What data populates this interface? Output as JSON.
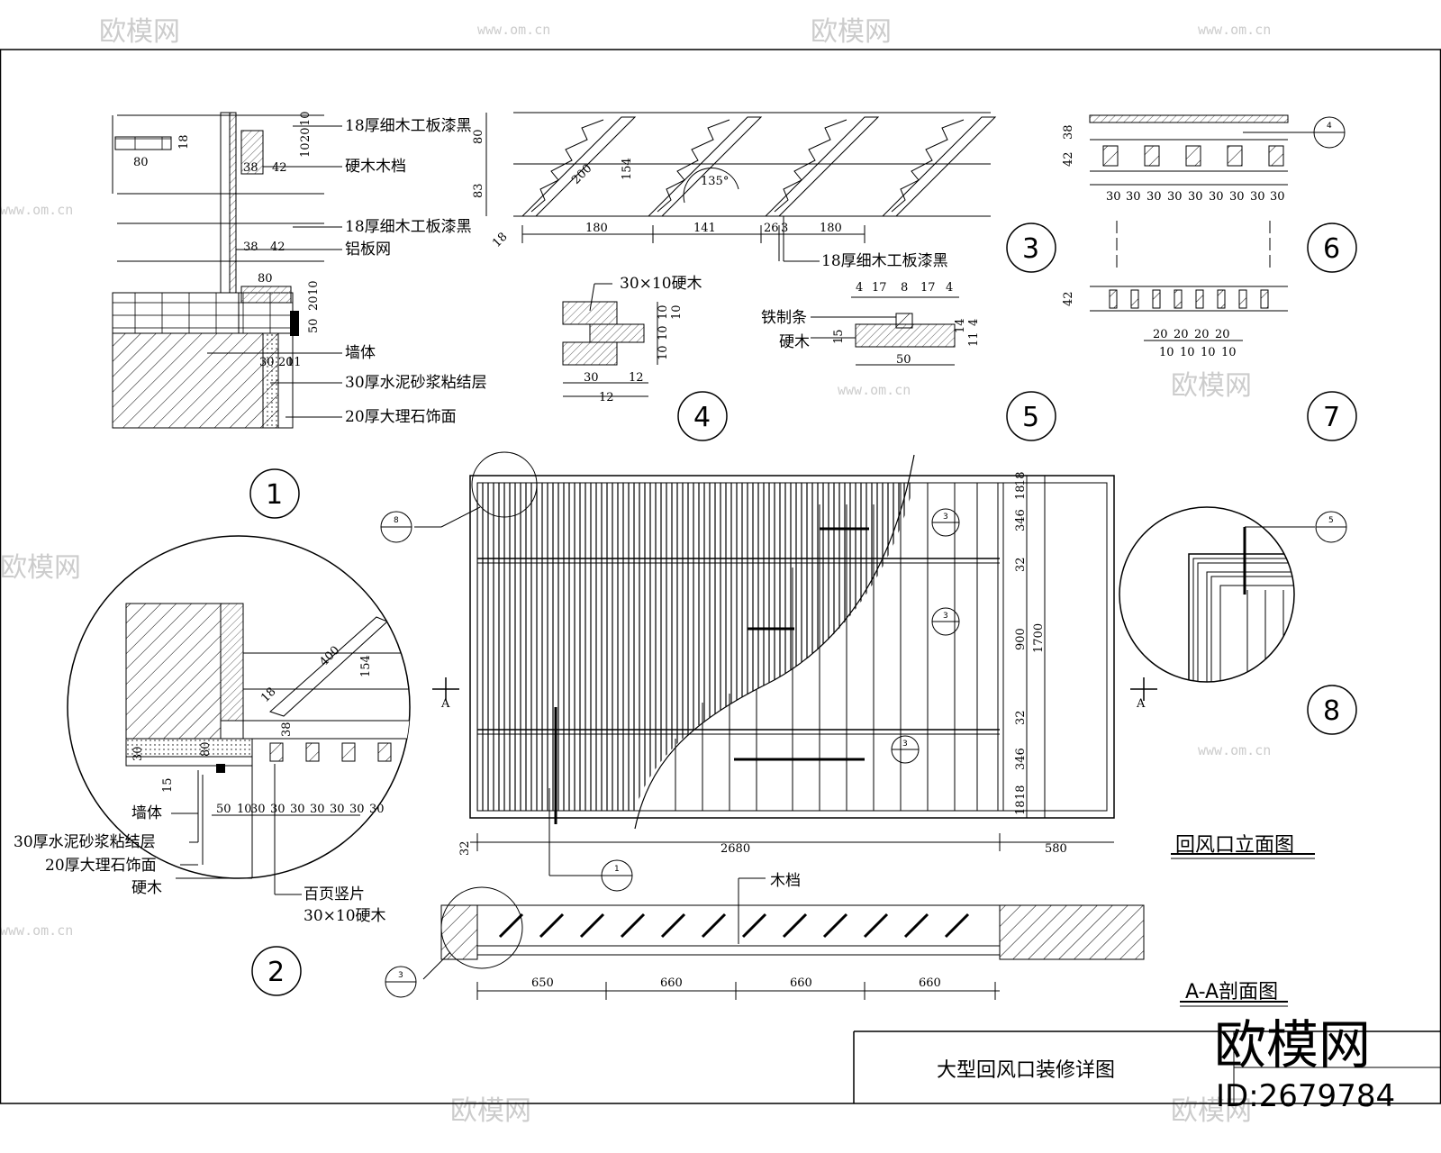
{
  "sheet_title": "大型回风口装修详图",
  "elevation_title": "回风口立面图",
  "section_title": "A-A剖面图",
  "brand": "欧模网",
  "id_label": "ID:2679784",
  "watermark": {
    "logo": "欧模网",
    "url": "www.om.cn"
  },
  "detail_numbers": [
    "1",
    "2",
    "3",
    "4",
    "5",
    "6",
    "7",
    "8"
  ],
  "section_mark": "A",
  "callout_refs": {
    "c8": "8",
    "c3": "3",
    "c1": "1",
    "c5": "5",
    "c3b": "3"
  },
  "detail1": {
    "labels": [
      "18厚细木工板漆黑",
      "硬木木档",
      "18厚细木工板漆黑",
      "铝板网",
      "墙体",
      "30厚水泥砂浆粘结层",
      "20厚大理石饰面"
    ],
    "dims": [
      "80",
      "18",
      "38",
      "42",
      "10",
      "20",
      "10",
      "38",
      "42",
      "80",
      "20",
      "10",
      "50",
      "30",
      "20",
      "11"
    ]
  },
  "detail3": {
    "label": "18厚细木工板漆黑",
    "dims": [
      "180",
      "141",
      "26",
      "3",
      "180",
      "200",
      "154",
      "135°",
      "80",
      "83",
      "18"
    ]
  },
  "detail4": {
    "label": "30×10硬木",
    "dims": [
      "10",
      "10",
      "10",
      "10",
      "30",
      "12",
      "12"
    ]
  },
  "detail5": {
    "labels": [
      "铁制条",
      "硬木"
    ],
    "dims": [
      "4",
      "17",
      "8",
      "17",
      "4",
      "15",
      "14",
      "11",
      "4",
      "50"
    ]
  },
  "detail6": {
    "dims": [
      "30",
      "30",
      "30",
      "30",
      "30",
      "30",
      "30",
      "30",
      "30",
      "38",
      "42"
    ]
  },
  "detail7": {
    "dims": [
      "20",
      "20",
      "20",
      "20",
      "10",
      "10",
      "10",
      "10",
      "42"
    ]
  },
  "detail2": {
    "labels": [
      "墙体",
      "30厚水泥砂浆粘结层",
      "20厚大理石饰面",
      "硬木",
      "百页竖片",
      "30×10硬木"
    ],
    "dims": [
      "50",
      "10",
      "30",
      "30",
      "30",
      "30",
      "30",
      "30",
      "30",
      "18",
      "400",
      "154",
      "38",
      "30",
      "80",
      "15"
    ]
  },
  "elevation": {
    "dims_bottom": [
      "32",
      "2680",
      "580"
    ],
    "dims_right": [
      "18",
      "18",
      "346",
      "32",
      "900",
      "32",
      "346",
      "18",
      "18",
      "1700"
    ]
  },
  "section": {
    "label": "木档",
    "dims": [
      "650",
      "660",
      "660",
      "660"
    ]
  }
}
